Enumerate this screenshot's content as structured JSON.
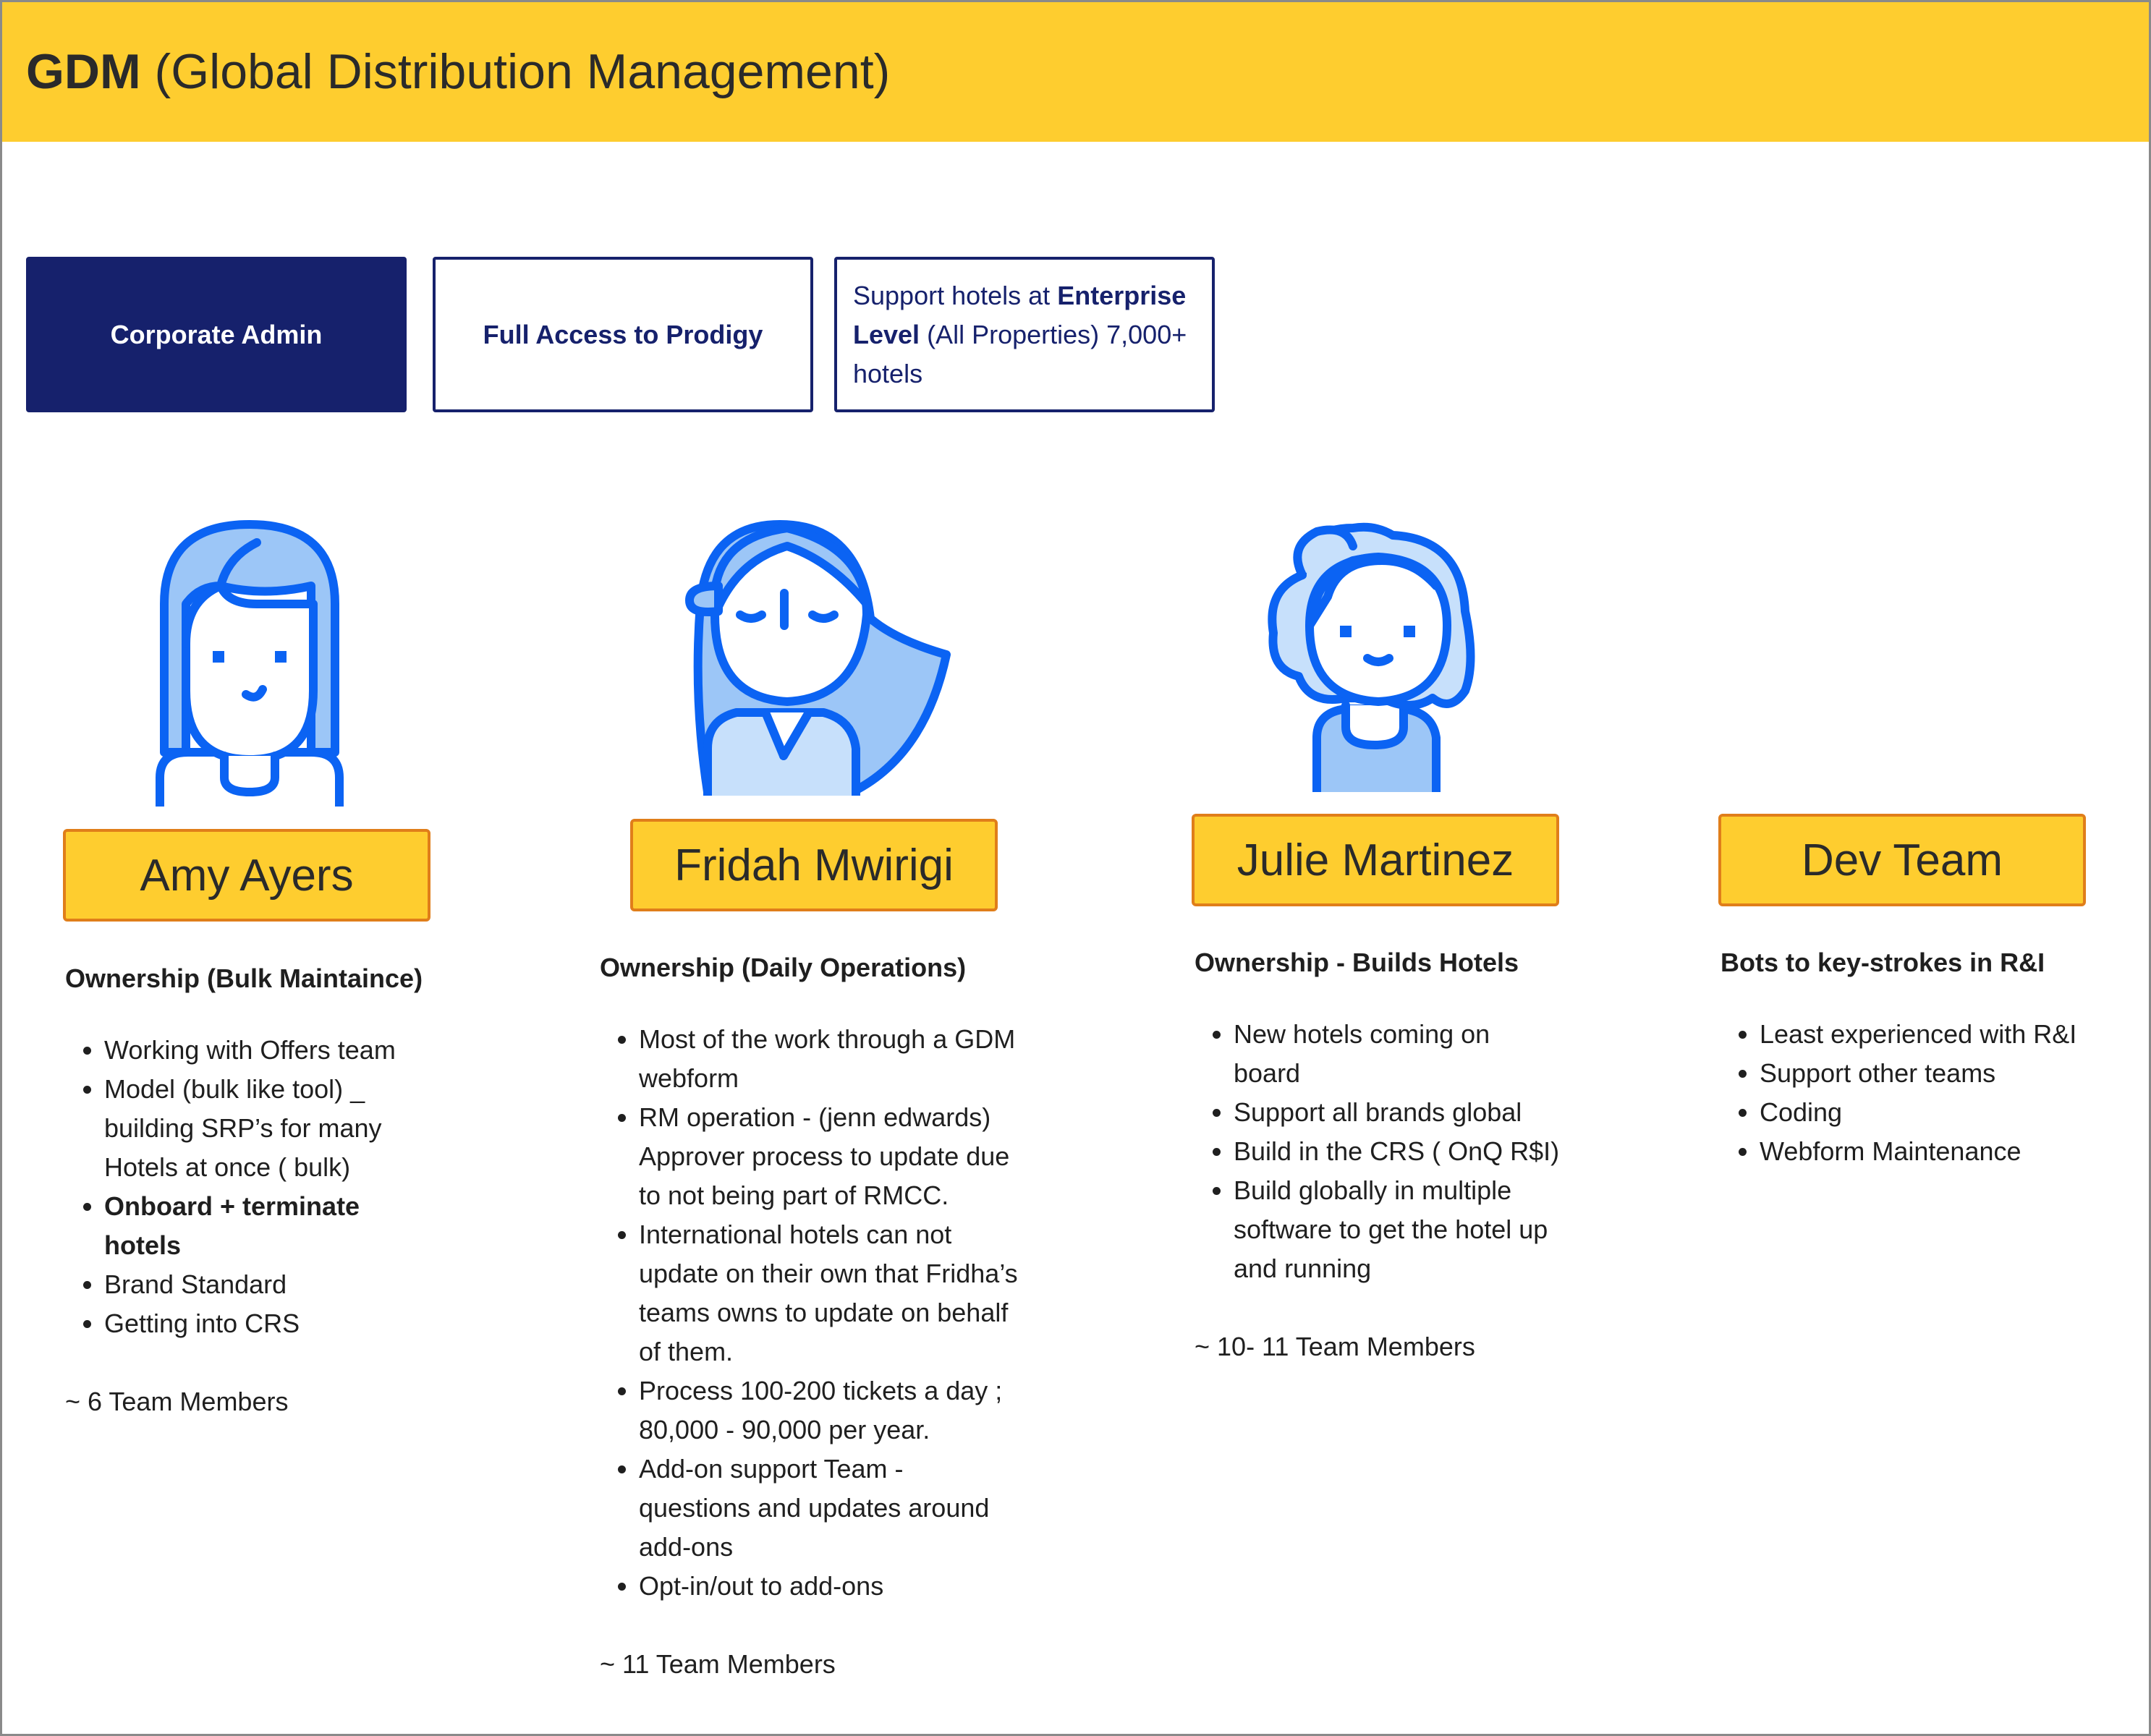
{
  "header": {
    "title_bold": "GDM",
    "title_rest": " (Global Distribution Management)"
  },
  "tags": {
    "admin": "Corporate Admin",
    "access": "Full Access to Prodigy",
    "support_prefix": "Support hotels at ",
    "support_bold": "Enterprise Level",
    "support_suffix": " (All Properties) 7,000+ hotels"
  },
  "colors": {
    "header_bg": "#fecd2f",
    "navy": "#16216c",
    "name_border": "#e07e1a",
    "avatar_stroke": "#0b63f3",
    "avatar_fill_light": "#c7e0fb",
    "avatar_fill_mid": "#9cc6f7"
  },
  "people": [
    {
      "name": "Amy Ayers",
      "icon": "woman-bob-hair-avatar-icon",
      "heading": "Ownership (Bulk Maintaince)",
      "bullets": [
        {
          "text": "Working with Offers team",
          "bold": false
        },
        {
          "text": "Model (bulk like tool) _ building SRP’s for many Hotels at once ( bulk)",
          "bold": false
        },
        {
          "text": "Onboard + terminate hotels",
          "bold": true
        },
        {
          "text": "Brand Standard",
          "bold": false
        },
        {
          "text": "Getting into CRS",
          "bold": false
        }
      ],
      "count": "~ 6 Team Members"
    },
    {
      "name": "Fridah Mwirigi",
      "icon": "woman-flowing-hair-avatar-icon",
      "heading": "Ownership (Daily Operations)",
      "bullets": [
        {
          "text": "Most of the work through a GDM webform",
          "bold": false
        },
        {
          "text": "RM operation - (jenn edwards) Approver process to update due to not being part of RMCC.",
          "bold": false
        },
        {
          "text": "International hotels can not update on their own that Fridha’s teams owns to update on behalf of them.",
          "bold": false
        },
        {
          "text": "Process 100-200 tickets a day ; 80,000 - 90,000 per year.",
          "bold": false
        },
        {
          "text": "Add-on support Team - questions and updates around add-ons",
          "bold": false
        },
        {
          "text": "Opt-in/out to add-ons",
          "bold": false
        }
      ],
      "count": "~ 11 Team Members"
    },
    {
      "name": "Julie Martinez",
      "icon": "woman-curly-hair-avatar-icon",
      "heading": "Ownership - Builds Hotels",
      "bullets": [
        {
          "text": "New hotels coming on board",
          "bold": false
        },
        {
          "text": "Support all brands global",
          "bold": false
        },
        {
          "text": "Build in the CRS ( OnQ R$I)",
          "bold": false
        },
        {
          "text": "Build globally in multiple software to get the hotel up and running",
          "bold": false
        }
      ],
      "count": "~ 10- 11 Team Members"
    },
    {
      "name": "Dev Team",
      "heading": "Bots to key-strokes in R&I",
      "bullets": [
        {
          "text": "Least experienced with R&I",
          "bold": false
        },
        {
          "text": "Support other teams",
          "bold": false
        },
        {
          "text": "Coding",
          "bold": false
        },
        {
          "text": "Webform Maintenance",
          "bold": false
        }
      ],
      "count": ""
    }
  ]
}
